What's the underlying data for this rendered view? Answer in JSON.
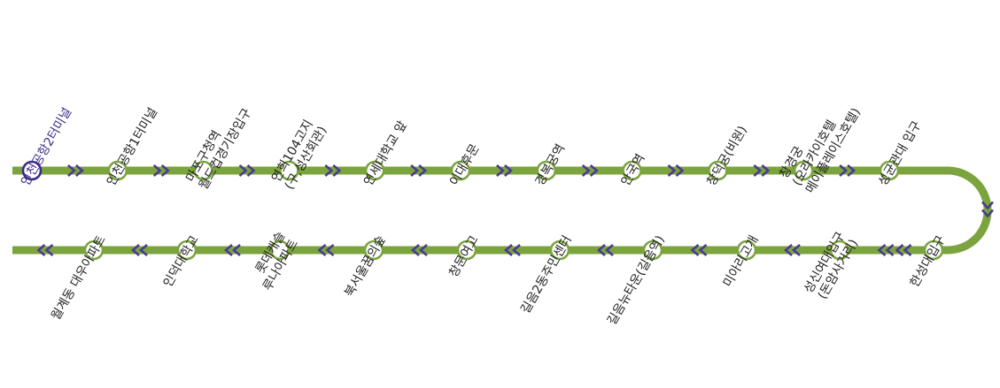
{
  "colors": {
    "line": "#7ba43f",
    "station_fill": "#ffffff",
    "arrow": "#4b3a8f",
    "active_station": "#3d2a8a",
    "label": "#222222"
  },
  "top_row": [
    {
      "lines": [
        "인천공항2터미널"
      ],
      "active": true
    },
    {
      "lines": [
        "인천공항1터미널"
      ]
    },
    {
      "lines": [
        "마포구청역",
        "월드컵경기장입구"
      ]
    },
    {
      "lines": [
        "연희104고지",
        "(구,성산회관)"
      ]
    },
    {
      "lines": [
        "연세대학교 앞"
      ]
    },
    {
      "lines": [
        "이대후문"
      ]
    },
    {
      "lines": [
        "경복궁역"
      ]
    },
    {
      "lines": [
        "안국역"
      ]
    },
    {
      "lines": [
        "창덕궁(비원)"
      ]
    },
    {
      "lines": [
        "창경궁",
        "(오라카이호텔",
        "메이플레이스호텔)"
      ]
    },
    {
      "lines": [
        "성균관대 입구"
      ]
    }
  ],
  "bottom_row": [
    {
      "lines": [
        "월계동 대우아파트"
      ]
    },
    {
      "lines": [
        "인덕대학교"
      ]
    },
    {
      "lines": [
        "롯데캐슬",
        "루나아파트"
      ]
    },
    {
      "lines": [
        "북서울꿈의숲"
      ]
    },
    {
      "lines": [
        "창문여고"
      ]
    },
    {
      "lines": [
        "길음2동주민센터"
      ]
    },
    {
      "lines": [
        "길음뉴타운(길음역)"
      ]
    },
    {
      "lines": [
        "미아리고개"
      ]
    },
    {
      "lines": [
        "성신여대입구",
        "(돈암사거리)"
      ]
    },
    {
      "lines": [
        "한성대입구"
      ]
    }
  ]
}
